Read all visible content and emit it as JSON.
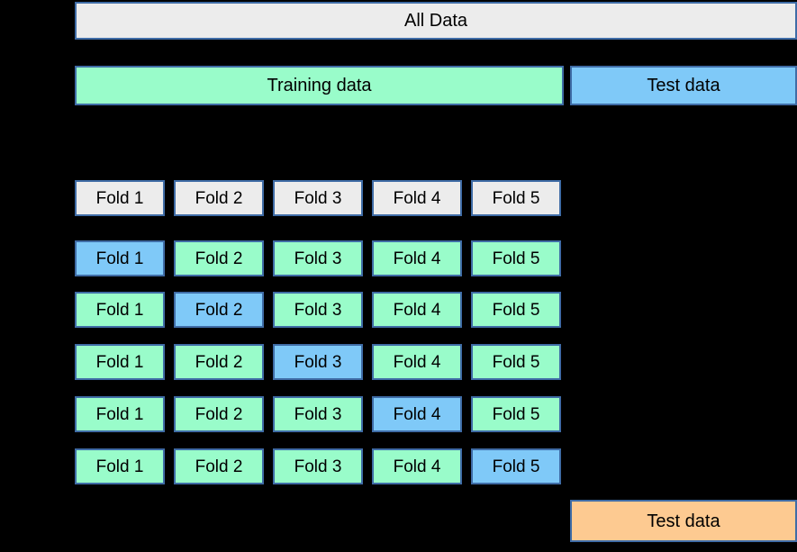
{
  "colors": {
    "background": "#000000",
    "border": "#3f6ca6",
    "gray": "#ececec",
    "green": "#99fcca",
    "blue": "#7fc9f8",
    "orange": "#fdca91",
    "text": "#000000"
  },
  "all_data": {
    "label": "All Data"
  },
  "train_test_row": {
    "training_label": "Training data",
    "test_label": "Test data"
  },
  "fold_header": {
    "labels": [
      "Fold 1",
      "Fold 2",
      "Fold 3",
      "Fold 4",
      "Fold 5"
    ]
  },
  "cv_rows": [
    {
      "labels": [
        "Fold 1",
        "Fold 2",
        "Fold 3",
        "Fold 4",
        "Fold 5"
      ],
      "highlighted_fold": 1
    },
    {
      "labels": [
        "Fold 1",
        "Fold 2",
        "Fold 3",
        "Fold 4",
        "Fold 5"
      ],
      "highlighted_fold": 2
    },
    {
      "labels": [
        "Fold 1",
        "Fold 2",
        "Fold 3",
        "Fold 4",
        "Fold 5"
      ],
      "highlighted_fold": 3
    },
    {
      "labels": [
        "Fold 1",
        "Fold 2",
        "Fold 3",
        "Fold 4",
        "Fold 5"
      ],
      "highlighted_fold": 4
    },
    {
      "labels": [
        "Fold 1",
        "Fold 2",
        "Fold 3",
        "Fold 4",
        "Fold 5"
      ],
      "highlighted_fold": 5
    }
  ],
  "final_evaluation": {
    "test_label": "Test data"
  }
}
